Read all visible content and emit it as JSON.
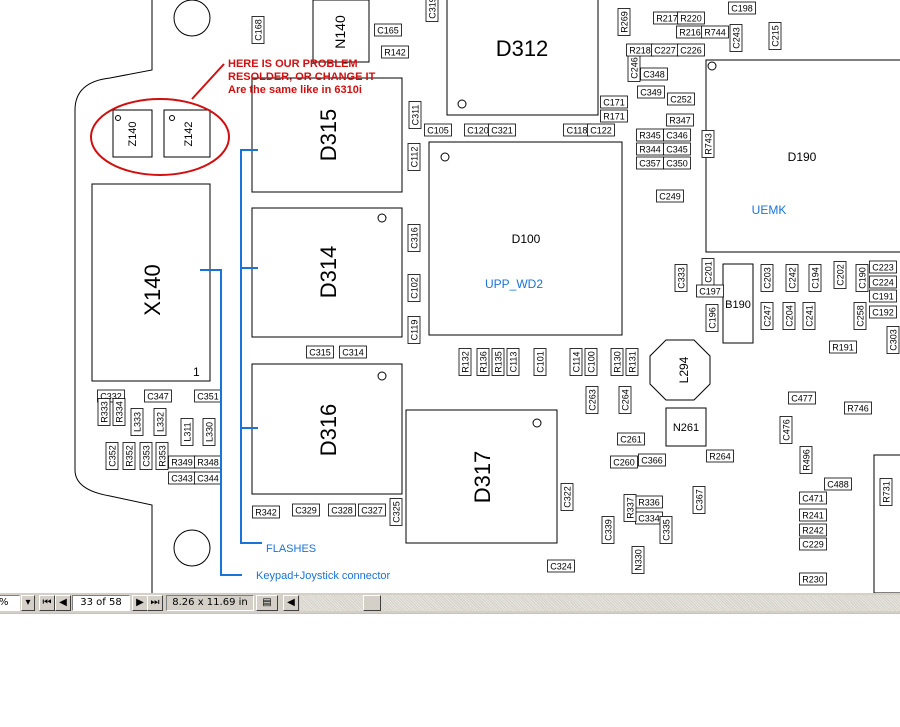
{
  "annotation": {
    "lines": [
      "HERE IS OUR PROBLEM",
      "RESOLDER, OR CHANGE IT",
      "Are the same like in 6310i"
    ],
    "color": "#d01010"
  },
  "callouts": {
    "flashes": "FLASHES",
    "keypad": "Keypad+Joystick connector",
    "color": "#1a73d8"
  },
  "chips": {
    "d312": "D312",
    "d315": "D315",
    "d314": "D314",
    "d316": "D316",
    "d317": "D317",
    "d100": "D100",
    "d100_name": "UPP_WD2",
    "d190": "D190",
    "d190_name": "UEMK",
    "x140": "X140",
    "x140_pin": "1",
    "z140": "Z140",
    "z142": "Z142",
    "l294": "L294",
    "b190": "B190",
    "n261": "N261",
    "n140": "N140"
  },
  "small_labels": [
    "C168",
    "C165",
    "R142",
    "C319",
    "C311",
    "C105",
    "C120",
    "C321",
    "C118",
    "C122",
    "C112",
    "C316",
    "C102",
    "C119",
    "C315",
    "C314",
    "C332",
    "C347",
    "C351",
    "R333",
    "R334",
    "L333",
    "L332",
    "L311",
    "L330",
    "C352",
    "R352",
    "C353",
    "R353",
    "R349",
    "R348",
    "C343",
    "C344",
    "R342",
    "C329",
    "C328",
    "C327",
    "C325",
    "R132",
    "R136",
    "R135",
    "C113",
    "C101",
    "C114",
    "C100",
    "R130",
    "R131",
    "C263",
    "C264",
    "C261",
    "C260",
    "R264",
    "C339",
    "N330",
    "C324",
    "C322",
    "C249",
    "C333",
    "C201",
    "C197",
    "C196",
    "R191",
    "C247",
    "C204",
    "C241",
    "C203",
    "C242",
    "C194",
    "C202",
    "C190",
    "C258",
    "C223",
    "C224",
    "C191",
    "C192",
    "C303",
    "C349",
    "C252",
    "R347",
    "R345",
    "C346",
    "R344",
    "C345",
    "C357",
    "C350",
    "C348",
    "C246",
    "C198",
    "C243",
    "C215",
    "R269",
    "R217",
    "R220",
    "R218",
    "C227",
    "C226",
    "R216",
    "R744",
    "C477",
    "C476",
    "R496",
    "C488",
    "C471",
    "R241",
    "R242",
    "C229",
    "R230",
    "R731",
    "C171",
    "R171",
    "R743",
    "R746",
    "C366",
    "C367",
    "C334",
    "C335",
    "R336",
    "R337"
  ],
  "statusbar": {
    "zoom_suffix": "%",
    "page": "33 of 58",
    "page_size": "8.26 x 11.69 in"
  }
}
